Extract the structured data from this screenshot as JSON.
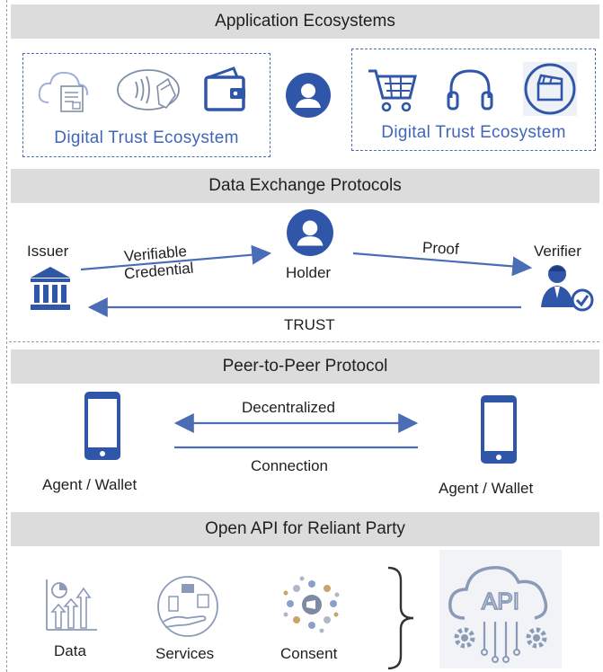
{
  "sections": {
    "app": "Application Ecosystems",
    "data_exchange": "Data Exchange Protocols",
    "p2p": "Peer-to-Peer Protocol",
    "api": "Open API for Reliant Party"
  },
  "ecosystem": {
    "left_label": "Digital Trust Ecosystem",
    "right_label": "Digital Trust Ecosystem"
  },
  "exchange": {
    "issuer": "Issuer",
    "holder": "Holder",
    "verifier": "Verifier",
    "vc_line1": "Verifiable",
    "vc_line2": "Credential",
    "proof": "Proof",
    "trust": "TRUST"
  },
  "p2p": {
    "agent_left": "Agent / Wallet",
    "agent_right": "Agent / Wallet",
    "decentralized": "Decentralized",
    "connection": "Connection"
  },
  "api": {
    "data": "Data",
    "services": "Services",
    "consent": "Consent",
    "api_logo_text": "API"
  },
  "colors": {
    "accent": "#2f56a8",
    "band": "#dcdcdc",
    "line": "#4a6db5"
  }
}
